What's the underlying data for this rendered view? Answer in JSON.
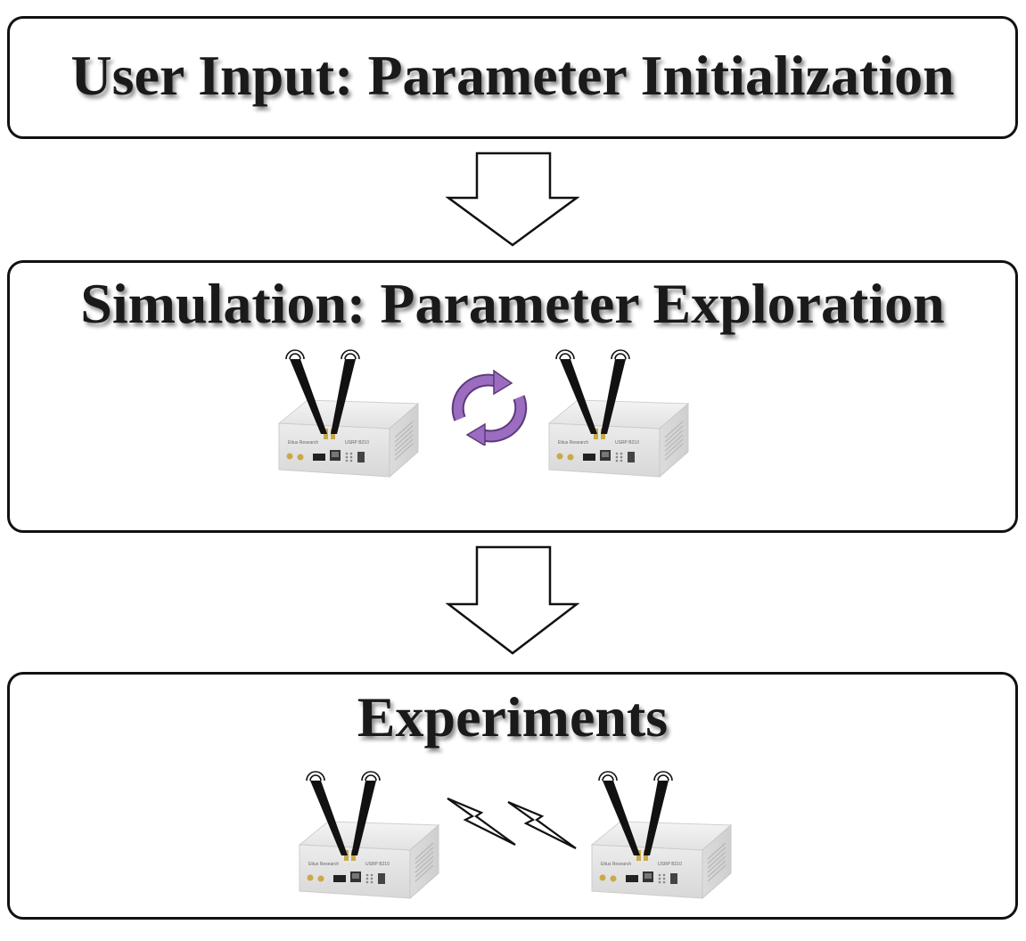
{
  "stages": {
    "input": {
      "title": "User Input: Parameter Initialization"
    },
    "simulation": {
      "title": "Simulation: Parameter Exploration"
    },
    "experiments": {
      "title": "Experiments"
    }
  },
  "device": {
    "brand_label": "Ettus Research",
    "model_label": "USRP B210"
  },
  "icons": {
    "flow_arrow": "down-arrow-icon",
    "cycle": "refresh-cycle-icon",
    "wireless_link": "lightning-bolt-icon",
    "radio": "sdr-radio-device-icon"
  },
  "colors": {
    "cycle_arrow": "#9b6cc0",
    "box_border": "#111111",
    "device_body": "#e6e6e6",
    "antenna": "#111111"
  }
}
